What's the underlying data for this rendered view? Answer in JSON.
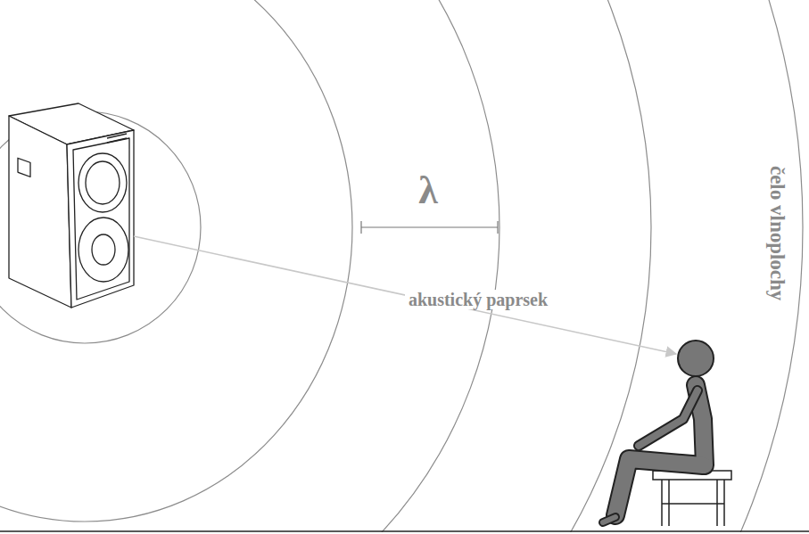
{
  "diagram": {
    "labels": [
      "λ",
      "akustický paprsek",
      "čelo vlnoplochy"
    ]
  }
}
